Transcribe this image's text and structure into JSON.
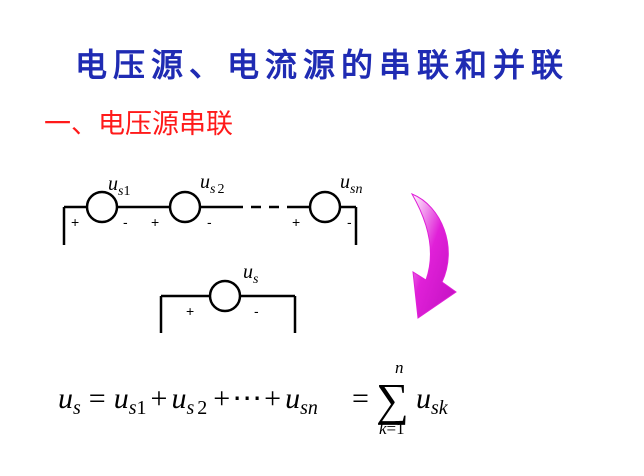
{
  "title": "电压源、电流源的串联和并联",
  "section_heading": "一、电压源串联",
  "circuit_series": {
    "sources": [
      {
        "base": "u",
        "sub_italic": "s",
        "sub_roman": "1",
        "plus": "+",
        "minus": "-"
      },
      {
        "base": "u",
        "sub_italic": "s",
        "sub_roman": "2",
        "plus": "+",
        "minus": "-"
      },
      {
        "base": "u",
        "sub_italic": "sn",
        "sub_roman": "",
        "plus": "+",
        "minus": "-"
      }
    ]
  },
  "circuit_equivalent": {
    "base": "u",
    "sub_italic": "s",
    "plus": "+",
    "minus": "-"
  },
  "arrow_color": "#e020d8",
  "formula": {
    "lhs": "u",
    "lhs_sub": "s",
    "eq": "=",
    "t1": "u",
    "t1_sub_s": "s",
    "t1_sub_n": "1",
    "plus1": "+",
    "t2": "u",
    "t2_sub_s": "s",
    "t2_sub_n": "2",
    "plus2": "+",
    "dots": "⋯",
    "plus3": "+",
    "t3": "u",
    "t3_sub": "sn",
    "eq2": "=",
    "sigma": "∑",
    "sigma_top": "n",
    "sigma_bottom_k": "k",
    "sigma_bottom_eq": "=1",
    "rhs": "u",
    "rhs_sub": "sk"
  }
}
